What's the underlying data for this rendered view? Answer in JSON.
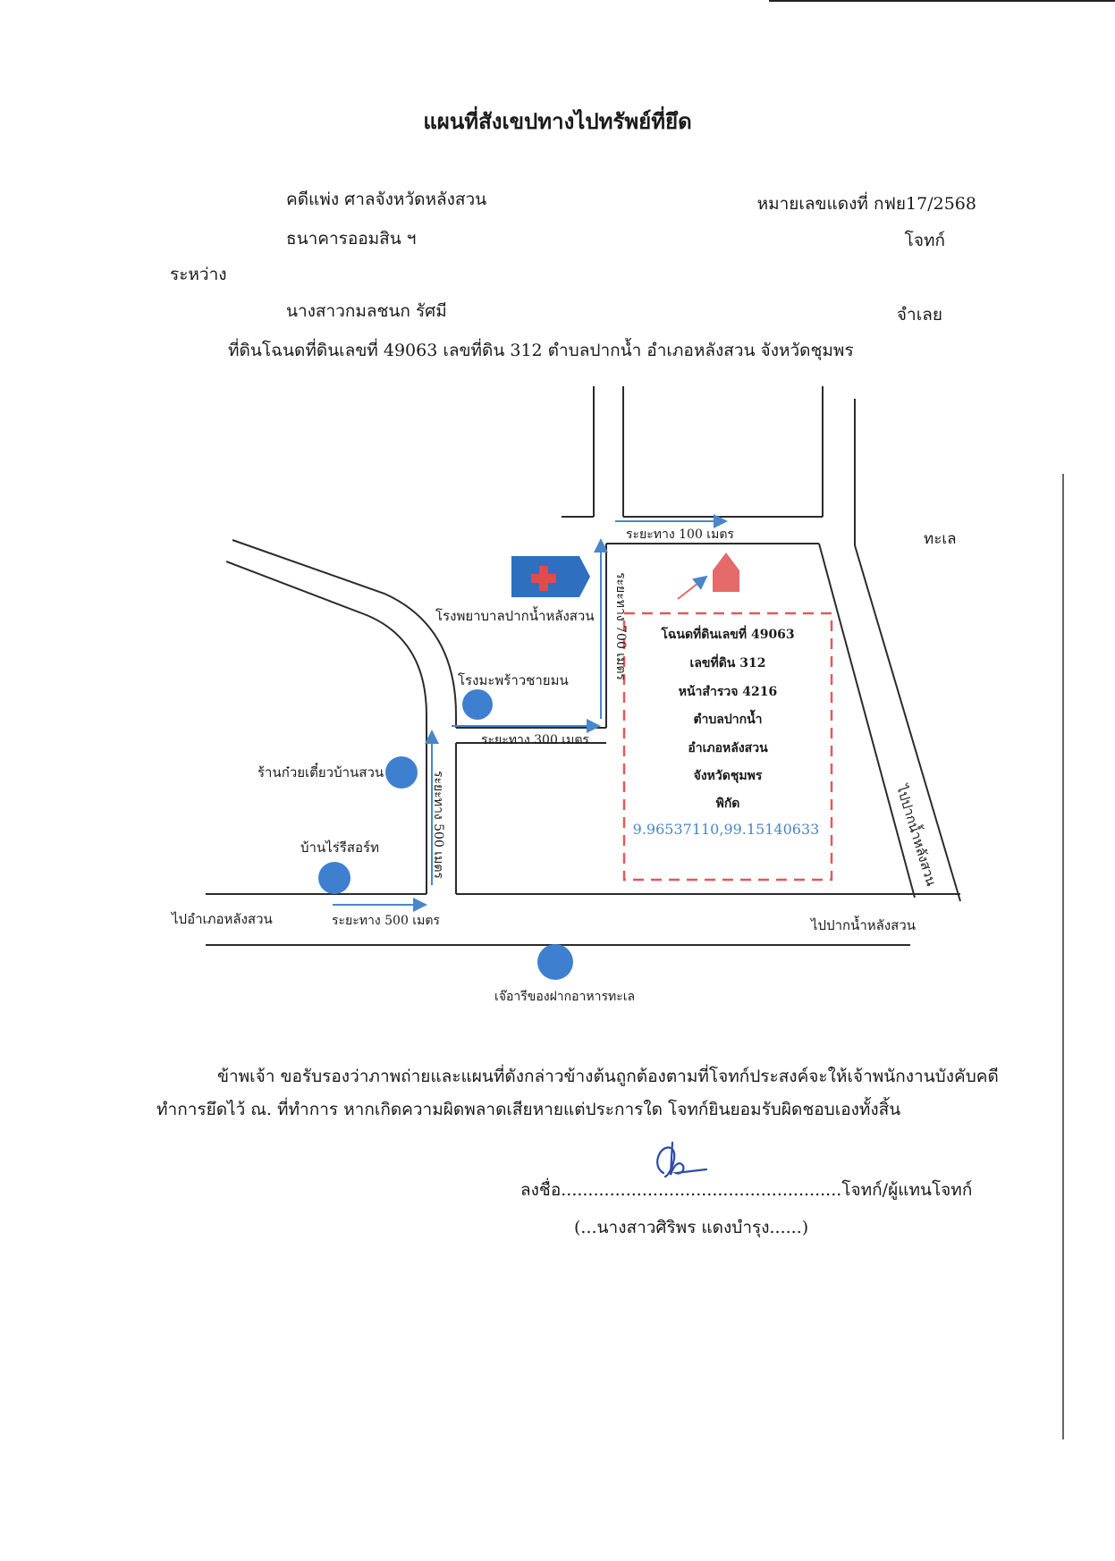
{
  "document": {
    "title": "แผนที่สังเขปทางไปทรัพย์ที่ยึด",
    "case_court": "คดีแพ่ง ศาลจังหวัดหลังสวน",
    "case_number": "หมายเลขแดงที่ กฟย17/2568",
    "plaintiff_name": "ธนาคารออมสิน ฯ",
    "plaintiff_role": "โจทก์",
    "between": "ระหว่าง",
    "defendant_name": "นางสาวกมลชนก รัศมี",
    "defendant_role": "จำเลย",
    "land_line": "ที่ดินโฉนดที่ดินเลขที่ 49063 เลขที่ดิน 312 ตำบลปากน้ำ อำเภอหลังสวน จังหวัดชุมพร"
  },
  "map": {
    "sea": "ทะเล",
    "dist_100": "ระยะทาง 100 เมตร",
    "dist_700": "ระยะทาง 700 เมตร",
    "dist_300": "ระยะทาง 300 เมตร",
    "dist_500_vertical": "ระยะทาง 500 เมตร",
    "dist_500_horizontal": "ระยะทาง 500 เมตร",
    "hospital": "โรงพยาบาลปากน้ำหลังสวน",
    "coconut_factory": "โรงมะพร้าวชายมน",
    "noodle_shop": "ร้านก๋วยเตี๋ยวบ้านสวน",
    "resort": "บ้านไร่รีสอร์ท",
    "to_district": "ไปอำเภอหลังสวน",
    "to_paknam_bottom": "ไปปากน้ำหลังสวน",
    "to_paknam_diagonal": "ไปปากน้ำหลังสวน",
    "seafood": "เจ๊อารีของฝากอาหารทะเล",
    "parcel": {
      "line1": "โฉนดที่ดินเลขที่ 49063",
      "line2": "เลขที่ดิน 312",
      "line3": "หน้าสำรวจ 4216",
      "line4": "ตำบลปากน้ำ",
      "line5": "อำเภอหลังสวน",
      "line6": "จังหวัดชุมพร",
      "line7": "พิกัด",
      "coords": "9.96537110,99.15140633"
    },
    "colors": {
      "road": "#2b2b2b",
      "arrow": "#4a86c8",
      "marker": "#3f7fd0",
      "hospital_sign": "#2e6fc0",
      "parcel_border": "#e05a5a",
      "house": "#e56a6a",
      "coords_text": "#4a86c8"
    }
  },
  "certification": {
    "paragraph": "ข้าพเจ้า ขอรับรองว่าภาพถ่ายและแผนที่ดังกล่าวข้างต้นถูกต้องตามที่โจทก์ประสงค์จะให้เจ้าพนักงานบังคับคดีทำการยึดไว้ ณ. ที่ทำการ หากเกิดความผิดพลาดเสียหายแต่ประการใด โจทก์ยินยอมรับผิดชอบเองทั้งสิ้น",
    "sign_prefix": "ลงชื่อ",
    "sign_dots": "....................................................",
    "sign_suffix": "โจทก์/ผู้แทนโจทก์",
    "signer": "(...นางสาวศิริพร แดงบำรุง......)"
  }
}
